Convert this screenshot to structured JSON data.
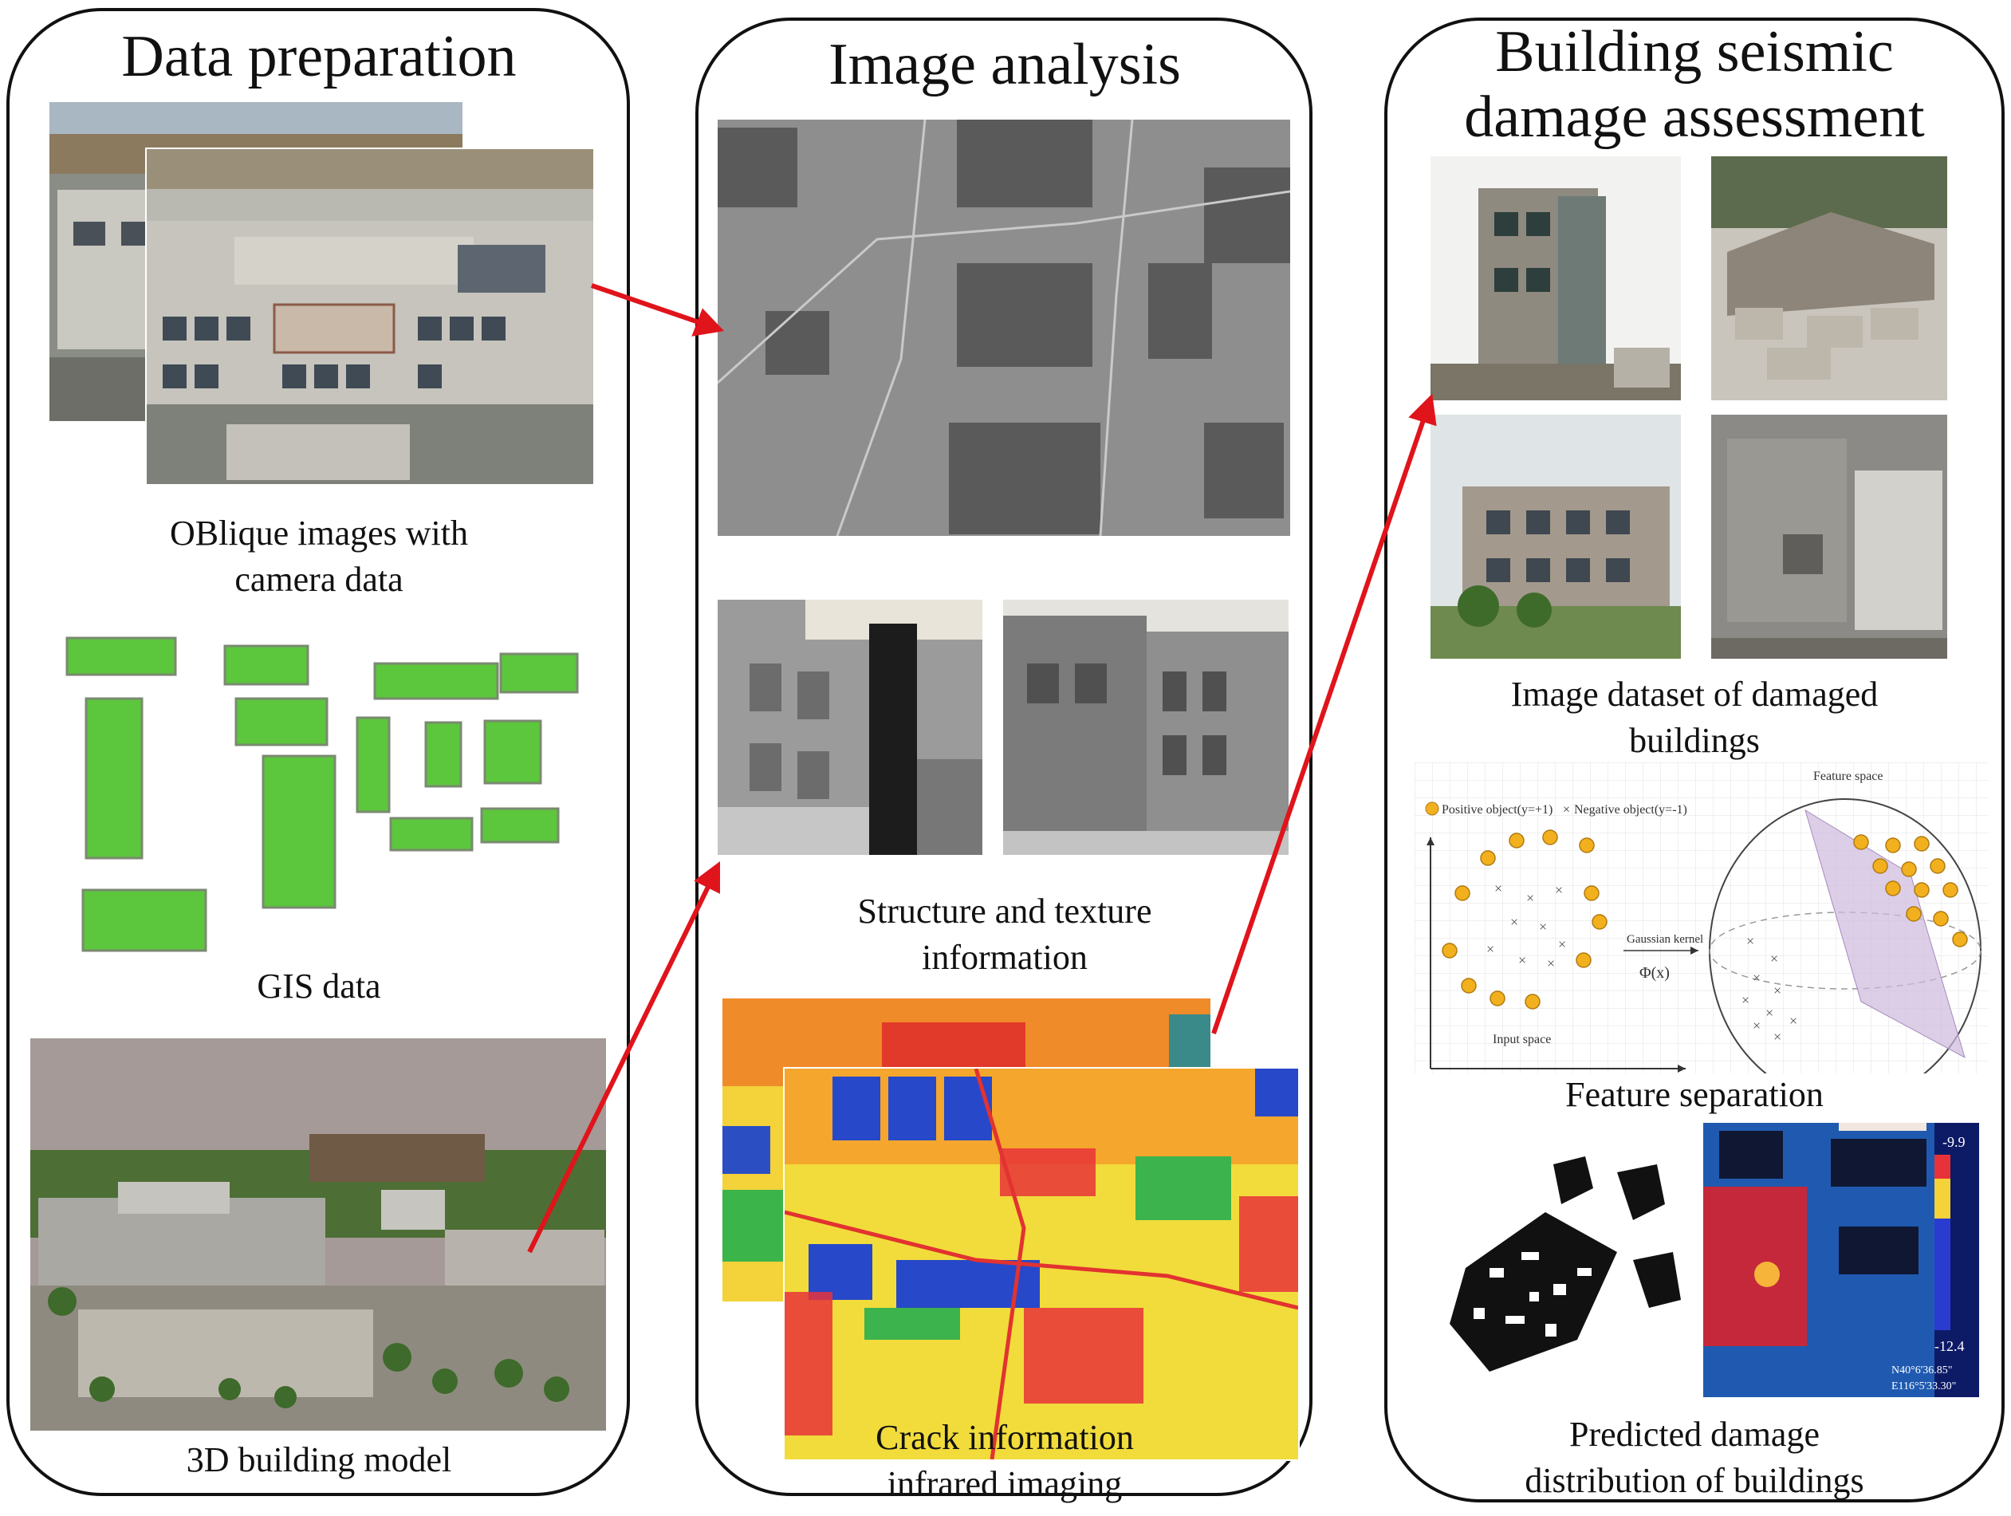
{
  "panels": {
    "data_preparation": {
      "title": "Data preparation",
      "oblique_caption_line1": "OBlique images with",
      "oblique_caption_line2": "camera data",
      "gis_caption": "GIS data",
      "model_caption": "3D building model"
    },
    "image_analysis": {
      "title": "Image analysis",
      "structure_caption_line1": "Structure and texture",
      "structure_caption_line2": "information",
      "crack_caption_line1": "Crack information",
      "crack_caption_line2": "infrared imaging"
    },
    "damage_assessment": {
      "title_line1": "Building seismic",
      "title_line2": "damage assessment",
      "dataset_caption_line1": "Image dataset of damaged",
      "dataset_caption_line2": "buildings",
      "feature_caption": "Feature separation",
      "predicted_caption_line1": "Predicted damage",
      "predicted_caption_line2": "distribution of buildings"
    }
  },
  "feature_plot": {
    "legend_positive": "Positive object(y=+1)",
    "legend_negative": "Negative object(y=-1)",
    "kernel_label": "Gaussian kernel",
    "phi_label": "Φ(x)",
    "input_space": "Input space",
    "feature_space": "Feature space"
  },
  "thermal_scale": {
    "max": "-9.9",
    "min": "-12.4",
    "coord1": "N40°6'36.85\"",
    "coord2": "E116°5'33.30\""
  },
  "colors": {
    "arrow": "#e0141b",
    "gis_green": "#5cc63c",
    "border": "#111111"
  }
}
